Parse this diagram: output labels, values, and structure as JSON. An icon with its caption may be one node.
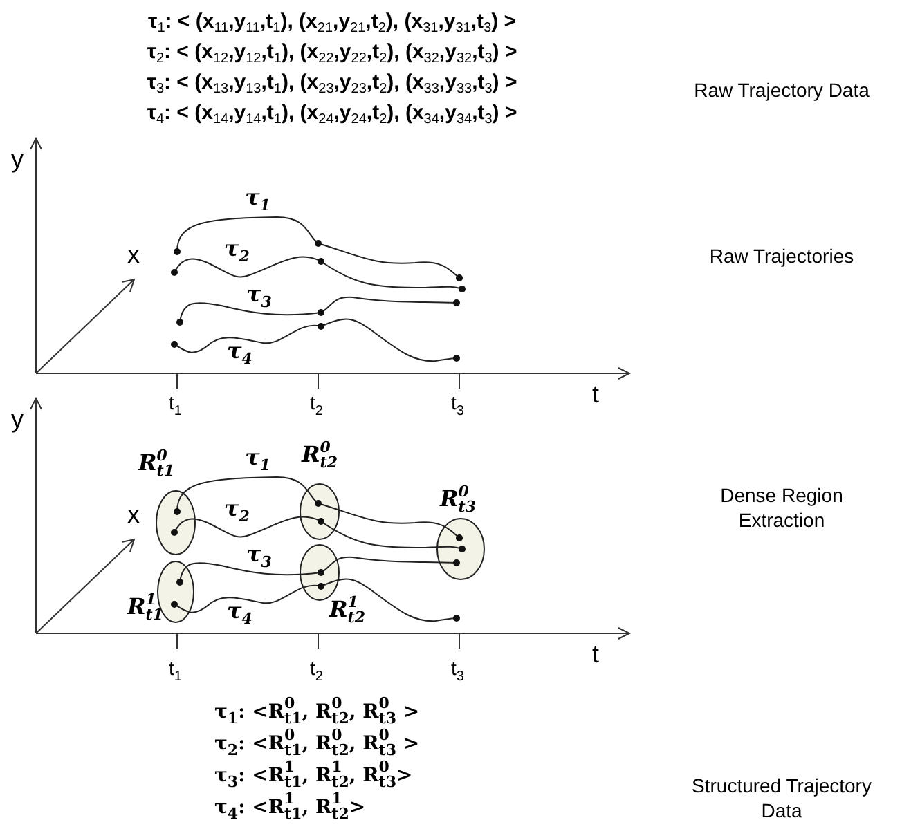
{
  "diagram": {
    "nodes": [
      {
        "text": [
          "R$^{0}$$_{t1}$"
        ]
      },
      {
        "text": [
          "R$^{0}$$_{t2}$"
        ]
      },
      {
        "text": [
          "R$^{0}$$_{t3}$"
        ]
      },
      {
        "text": [
          "R$^{1}$$_{t1}$"
        ]
      },
      {
        "text": [
          "R$^{1}$$_{t2}$"
        ]
      }
    ],
    "edges": [],
    "labels": [
      "τ$_{1}$: < (x$_{11}$,y$_{11}$,t$_{1}$), (x$_{21}$,y$_{21}$,t$_{2}$), (x$_{31}$,y$_{31}$,t$_{3}$) >",
      "τ$_{2}$: < (x$_{12}$,y$_{12}$,t$_{1}$), (x$_{22}$,y$_{22}$,t$_{2}$), (x$_{32}$,y$_{32}$,t$_{3}$) >",
      "τ$_{3}$: < (x$_{13}$,y$_{13}$,t$_{1}$), (x$_{23}$,y$_{23}$,t$_{2}$), (x$_{33}$,y$_{33}$,t$_{3}$) >",
      "τ$_{4}$: < (x$_{14}$,y$_{14}$,t$_{1}$), (x$_{24}$,y$_{24}$,t$_{2}$), (x$_{34}$,y$_{34}$,t$_{3}$) >",
      "Raw Trajectory Data",
      "y",
      "τ$_{1}$",
      "τ$_{2}$",
      "Raw Trajectories",
      "x",
      "τ$_{3}$",
      "τ$_{4}$",
      "t$_{1}$",
      "t$_{2}$",
      "t$_{3}$",
      "t",
      "y",
      "τ$_{1}$",
      "Dense Region Extraction",
      "τ$_{2}$",
      "x",
      "τ$_{3}$",
      "τ$_{4}$",
      "t$_{1}$",
      "t$_{2}$",
      "t$_{3}$",
      "t",
      "τ$_{1}$: <R$^{0}$$_{t1}$, R$^{0}$$_{t2}$, R$^{0}$$_{t3}$ >",
      "τ$_{2}$: <R$^{0}$$_{t1}$, R$^{0}$$_{t2}$, R$^{0}$$_{t3}$ >",
      "τ$_{3}$: <R$^{1}$$_{t1}$, R$^{1}$$_{t2}$, R$^{0}$$_{t3}$>",
      "τ$_{4}$: <R$^{1}$$_{t1}$, R$^{1}$$_{t2}$>",
      "Structured Trajectory Data"
    ]
  }
}
